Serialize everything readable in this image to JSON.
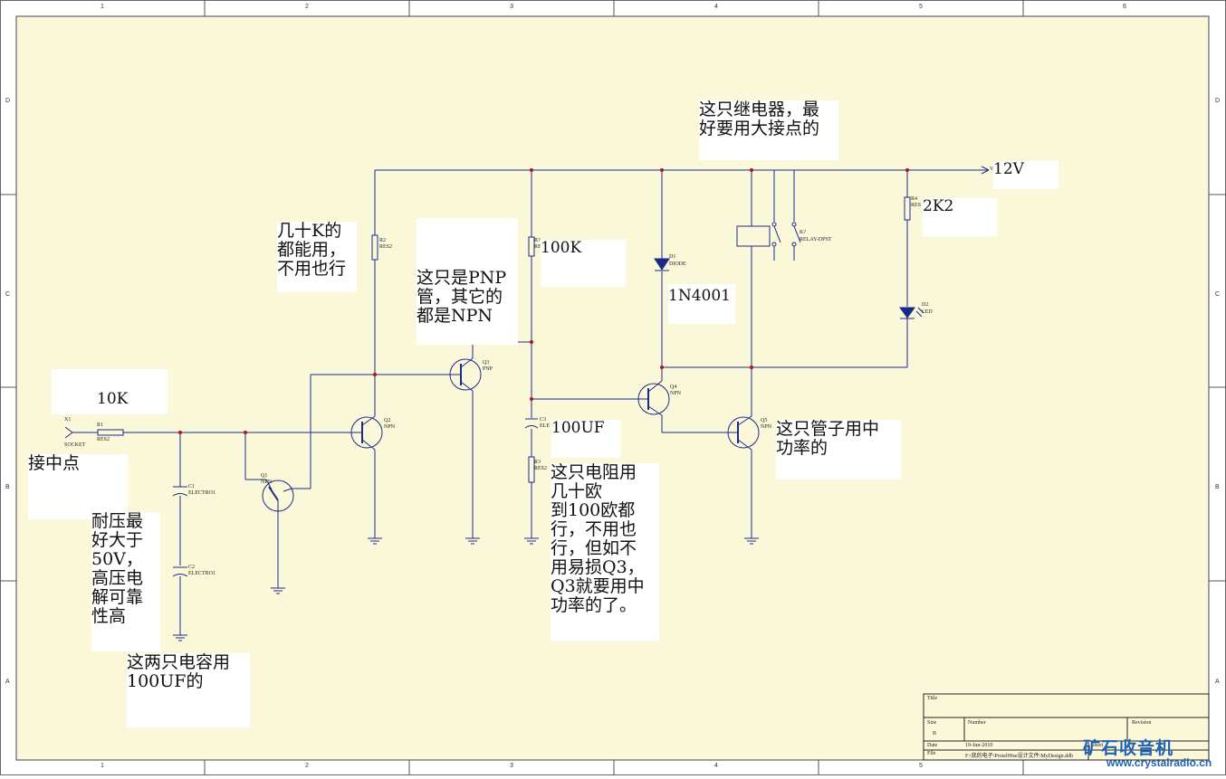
{
  "border": {
    "columns": [
      "1",
      "2",
      "3",
      "4",
      "5",
      "6"
    ],
    "rows": [
      "D",
      "C",
      "B",
      "A"
    ]
  },
  "rail_label": "12V",
  "values": {
    "r1": "10K",
    "r7": "100K",
    "d1": "1N4001",
    "c3": "100UF",
    "r4": "2K2"
  },
  "annotations": {
    "relay_note": "这只继电器，最\n好要用大接点的",
    "r2_note": "几十K的\n都能用，\n不用也行",
    "pnp_note": "这只是PNP\n管，其它的\n都是NPN",
    "input_note": "接中点",
    "cap_voltage_note": "耐压最\n好大于\n50V，\n高压电\n解可靠\n性高",
    "cap_note": "这两只电容用\n100UF的",
    "r3_note": "这只电阻用\n几十欧\n到100欧都\n行，不用也\n行，但如不\n用易损Q3，\nQ3就要用中\n功率的了。",
    "q5_note": "这只管子用中\n功率的"
  },
  "components": {
    "x1": {
      "ref": "X1",
      "type": "SOCKET"
    },
    "r1": {
      "ref": "R1",
      "type": "RES2"
    },
    "c1": {
      "ref": "C1",
      "type": "ELECTRO1"
    },
    "c2": {
      "ref": "C2",
      "type": "ELECTRO1"
    },
    "q1": {
      "ref": "Q1",
      "type": "NPN"
    },
    "q2": {
      "ref": "Q2",
      "type": "NPN"
    },
    "r2": {
      "ref": "R2",
      "type": "RES2"
    },
    "q3": {
      "ref": "Q3",
      "type": "PNP"
    },
    "r7": {
      "ref": "R?",
      "type": "RES"
    },
    "c3": {
      "ref": "C3",
      "type": "ELE"
    },
    "r3": {
      "ref": "R3",
      "type": "RES2"
    },
    "q4": {
      "ref": "Q4",
      "type": "NPN"
    },
    "d1": {
      "ref": "D1",
      "type": "DIODE"
    },
    "k1": {
      "ref": "K?",
      "type": "RELAY-DPST"
    },
    "q5": {
      "ref": "Q5",
      "type": "NPN"
    },
    "r4": {
      "ref": "R4",
      "type": "RES"
    },
    "d2": {
      "ref": "D2",
      "type": "LED"
    },
    "v1": {
      "ref": "V"
    }
  },
  "title_block": {
    "title": "Title",
    "size_label": "Size",
    "size_value": "B",
    "number_label": "Number",
    "revision_label": "Revision",
    "date_label": "Date",
    "date_value": "19-Jun-2010",
    "sheet_label": "Sheet",
    "sheet_value": "of",
    "file_label": "File",
    "file_value": "F:\\我的电子\\Protel99se设计文件\\MyDesign.ddb"
  },
  "watermark": {
    "cn": "矿石收音机",
    "url": "www.crystalradio.cn"
  },
  "colors": {
    "paper": "#fbf8d9",
    "border_bg": "#ffffff",
    "wire": "#1a2a8a",
    "junction": "#b01515",
    "component": "#1a2a8a",
    "watermark": "#1e63b8"
  }
}
